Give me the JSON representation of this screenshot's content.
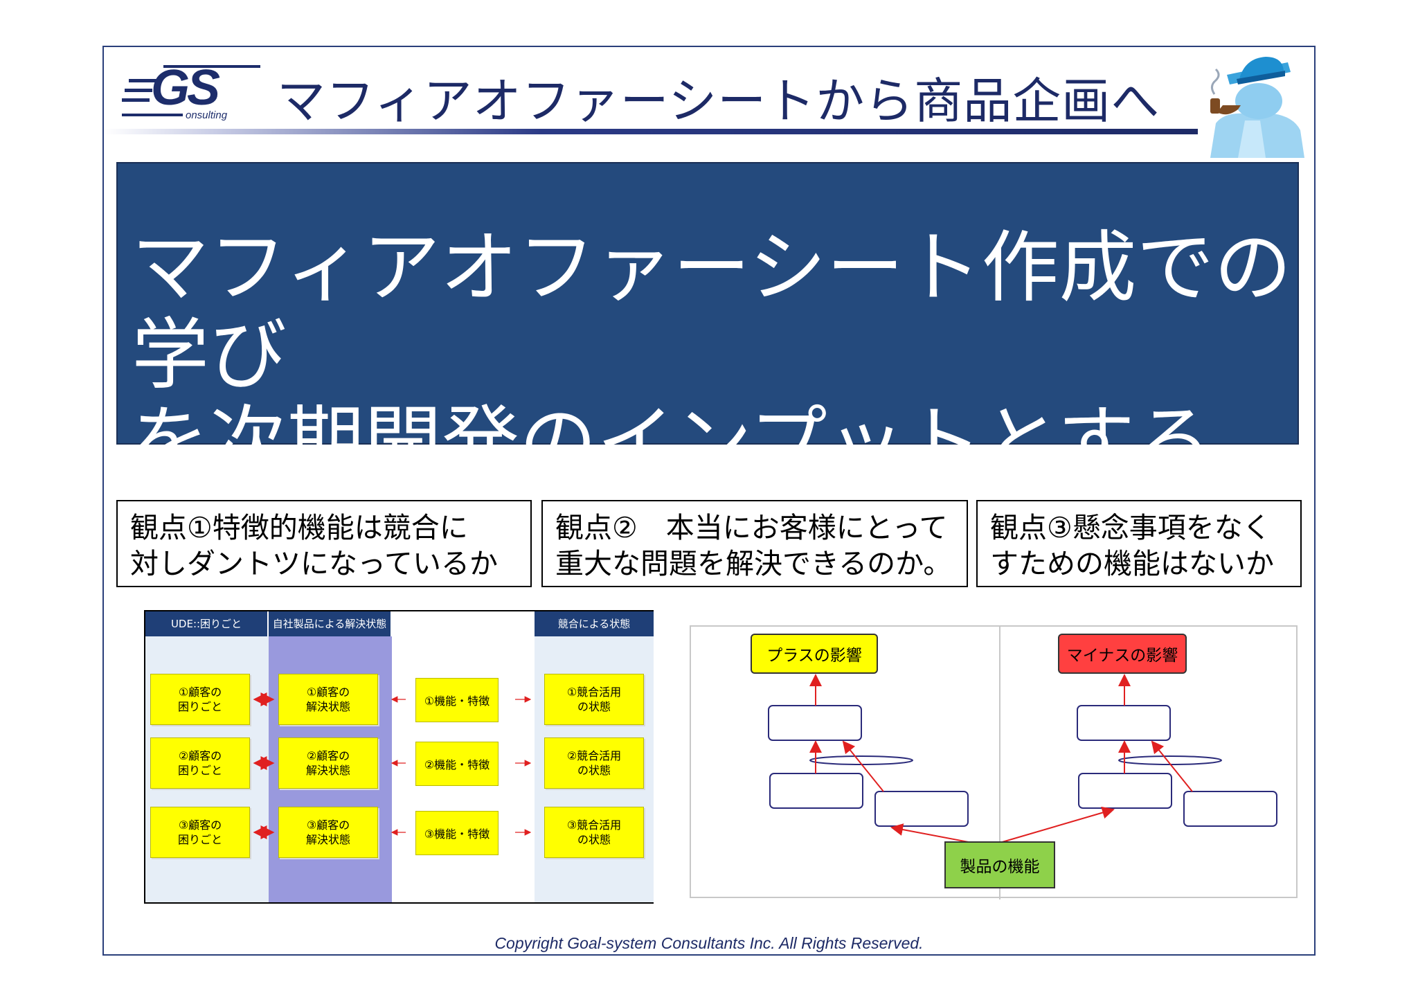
{
  "header": {
    "logo_text": "GS",
    "logo_sub": "onsulting",
    "title": "マフィアオファーシートから商品企画へ"
  },
  "banner": {
    "line1": "マフィアオファーシート作成での学び",
    "line2": "を次期開発のインプットとする"
  },
  "viewpoints": [
    {
      "line1": "観点①特徴的機能は競合に",
      "line2": "対しダントツになっているか"
    },
    {
      "line1": "観点②　本当にお客様にとって",
      "line2": "重大な問題を解決できるのか。"
    },
    {
      "line1": "観点③懸念事項をなく",
      "line2": "すための機能はないか"
    }
  ],
  "left_diagram": {
    "headers": [
      "UDE::困りごと",
      "自社製品による解決状態",
      "競合による状態"
    ],
    "rows": [
      {
        "problem": [
          "①顧客の",
          "困りごと"
        ],
        "solved": [
          "①顧客の",
          "解決状態"
        ],
        "feature": "①機能・特徴",
        "competitor": [
          "①競合活用",
          "の状態"
        ]
      },
      {
        "problem": [
          "②顧客の",
          "困りごと"
        ],
        "solved": [
          "②顧客の",
          "解決状態"
        ],
        "feature": "②機能・特徴",
        "competitor": [
          "②競合活用",
          "の状態"
        ]
      },
      {
        "problem": [
          "③顧客の",
          "困りごと"
        ],
        "solved": [
          "③顧客の",
          "解決状態"
        ],
        "feature": "③機能・特徴",
        "competitor": [
          "③競合活用",
          "の状態"
        ]
      }
    ],
    "colors": {
      "header": "#1f3f77",
      "solved_column": "#9999dd",
      "box": "#ffff00",
      "arrow": "#e02020"
    }
  },
  "right_diagram": {
    "plus_label": "プラスの影響",
    "minus_label": "マイナスの影響",
    "feature_label": "製品の機能",
    "colors": {
      "plus": "#ffff00",
      "minus": "#ff4040",
      "feature": "#8ed14a",
      "arrow": "#e02020",
      "box_border": "#2a2a7a"
    }
  },
  "footer": {
    "copyright": "Copyright Goal-system Consultants Inc. All Rights Reserved."
  }
}
